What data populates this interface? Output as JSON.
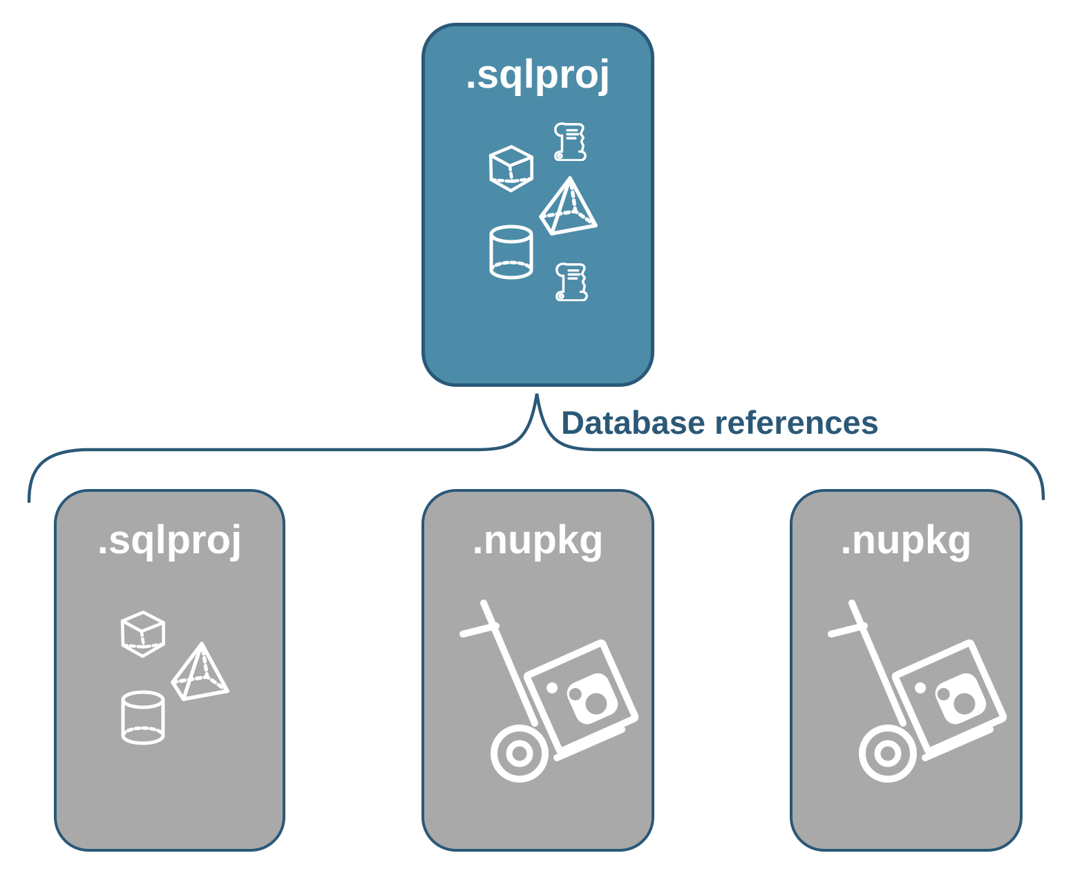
{
  "parent_box": {
    "label": ".sqlproj",
    "icons": [
      "scroll-icon",
      "cube-icon",
      "pyramid-icon",
      "cylinder-icon",
      "scroll-icon"
    ]
  },
  "connector": {
    "label": "Database references",
    "shape": "curly-brace"
  },
  "child_boxes": [
    {
      "label": ".sqlproj",
      "icons": [
        "cube-icon",
        "pyramid-icon",
        "cylinder-icon"
      ]
    },
    {
      "label": ".nupkg",
      "icons": [
        "nuget-dolly-icon"
      ]
    },
    {
      "label": ".nupkg",
      "icons": [
        "nuget-dolly-icon"
      ]
    }
  ],
  "colors": {
    "parent_fill": "#4D8CA8",
    "child_fill": "#A9A9A9",
    "outline_dark_blue": "#2A5878",
    "connector_blue": "#2B5877",
    "icon_white": "#FFFFFF",
    "background": "#FFFFFF"
  }
}
